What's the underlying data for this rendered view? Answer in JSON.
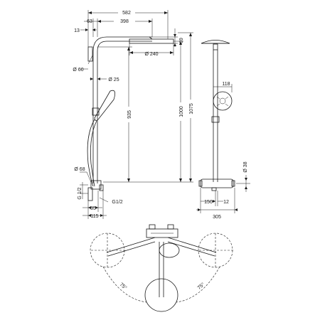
{
  "dimensions": {
    "width_582": "582",
    "offset_63": "63",
    "width_398": "398",
    "offset_13": "13",
    "head_diameter": "Ø 240",
    "head_height_69": "69",
    "head_height_69_num": "69",
    "pipe_diameter_60": "Ø 60",
    "pipe_diameter_25": "Ø 25",
    "height_935": "935",
    "height_1000": "1000",
    "height_1075": "1075",
    "hand_shower_118": "118",
    "body_diameter_68": "Ø 68",
    "connection_g12_v": "G 1/2",
    "connection_g12_h": "G1/2",
    "depth_85": "85",
    "depth_115": "115",
    "width_150": "150",
    "offset_12": "12",
    "width_305": "305",
    "diameter_38": "Ø 38",
    "angle_left": "75°",
    "angle_right": "75°"
  }
}
